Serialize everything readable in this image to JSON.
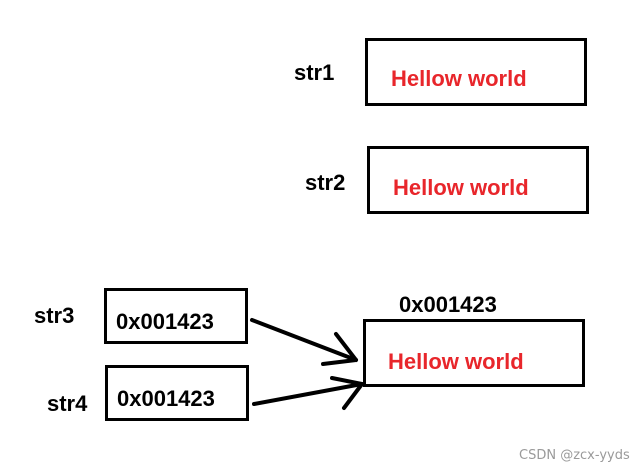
{
  "diagram": {
    "str1": {
      "label": "str1",
      "value": "Hellow world"
    },
    "str2": {
      "label": "str2",
      "value": "Hellow world"
    },
    "str3": {
      "label": "str3",
      "value": "0x001423"
    },
    "str4": {
      "label": "str4",
      "value": "0x001423"
    },
    "shared": {
      "address": "0x001423",
      "value": "Hellow world"
    }
  },
  "colors": {
    "string_text": "#e8262b",
    "outline": "#000000"
  },
  "watermark": "CSDN @zcx-yyds"
}
